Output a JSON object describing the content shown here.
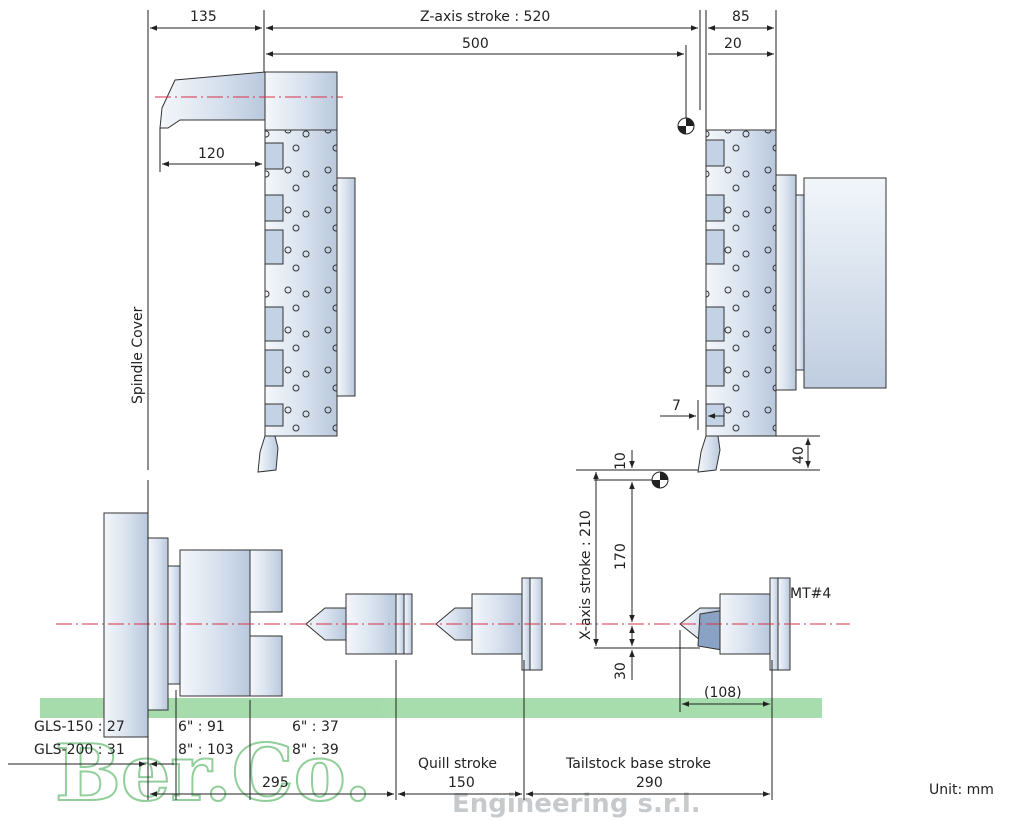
{
  "dimensions": {
    "d135": "135",
    "z_stroke": "Z-axis stroke : 520",
    "d85": "85",
    "d500": "500",
    "d20": "20",
    "d120": "120",
    "d7": "7",
    "d10": "10",
    "d40": "40",
    "x_stroke": "X-axis stroke : 210",
    "d170": "170",
    "d30": "30",
    "d108": "(108)",
    "gls150": "GLS-150 : 27",
    "gls200": "GLS-200 : 31",
    "c6a": "6\" : 91",
    "c8a": "8\" : 103",
    "c6b": "6\" : 37",
    "c8b": "8\" : 39",
    "d295": "295",
    "quill_label": "Quill stroke",
    "d150": "150",
    "tail_label": "Tailstock base stroke",
    "d290": "290"
  },
  "labels": {
    "spindle_cover": "Spindle Cover",
    "mt4": "MT#4",
    "unit": "Unit: mm"
  },
  "watermark": {
    "brand": "Ber.Co.",
    "sub": "Engineering s.r.l."
  },
  "colors": {
    "centerline": "#d9304a",
    "watermark": "#33a84a",
    "steel": "#c9d6e6"
  }
}
